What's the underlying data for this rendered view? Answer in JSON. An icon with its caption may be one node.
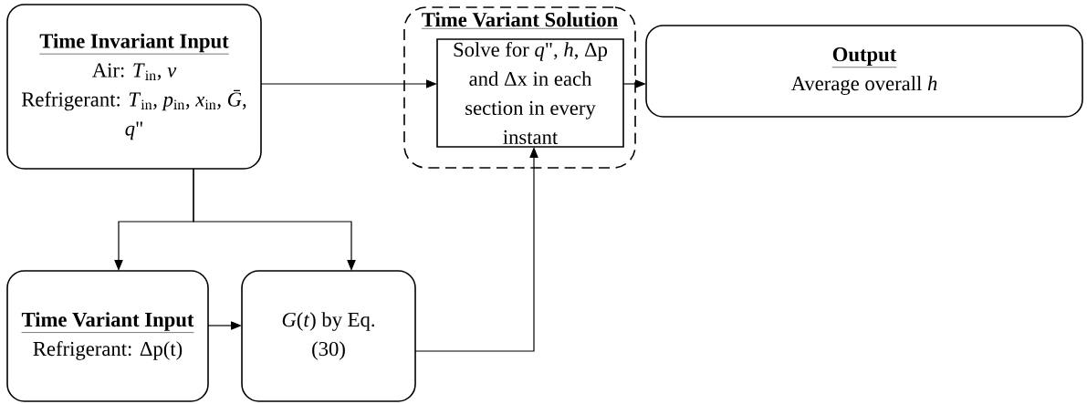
{
  "diagram": {
    "nodes": [
      {
        "text": [
          "Time Invariant Input",
          "Air: *T*$_{in}$, *v*",
          "Refrigerant: *T*$_{in}$, *p*$_{in}$, *x*$_{in}$, *Ḡ*, *q*\""
        ]
      },
      {
        "text": [
          "Time Variant Solution"
        ]
      },
      {
        "text": [
          "Solve for *q*\", *h*, Δp and Δx in each section in every instant"
        ],
        "in": 1
      },
      {
        "text": [
          "Output",
          "Average overall *h*"
        ]
      },
      {
        "text": [
          "Time Variant Input",
          "Refrigerant: Δp(t)"
        ]
      },
      {
        "text": [
          "*G*(*t*) by Eq. (30)"
        ]
      }
    ],
    "edges": [
      {
        "from": 0,
        "to": 2,
        "arrow": "to"
      },
      {
        "from": 2,
        "to": 3,
        "arrow": "to"
      },
      {
        "from": 0,
        "to": 4,
        "arrow": "to"
      },
      {
        "from": 0,
        "to": 5,
        "arrow": "to"
      },
      {
        "from": 4,
        "to": 5,
        "arrow": "to"
      },
      {
        "from": 5,
        "to": 2,
        "arrow": "to"
      }
    ]
  }
}
